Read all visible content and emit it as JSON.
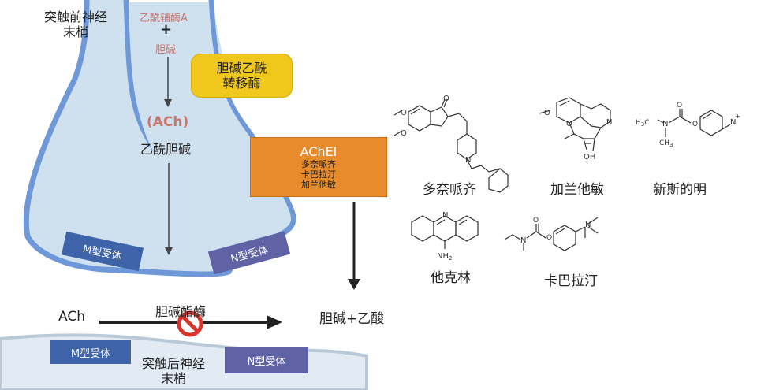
{
  "presynaptic": {
    "line1": "突触前神经",
    "line2": "末梢"
  },
  "acetyl_coa": "乙酰辅酶A",
  "plus": "+",
  "choline_top": "胆碱",
  "chat": {
    "line1": "胆碱乙酰",
    "line2": "转移酶"
  },
  "ach_abbr": "(ACh)",
  "ach_name": "乙酰胆碱",
  "ache_inhibitor": {
    "title": "AChEI",
    "drugs": [
      "多奈哌齐",
      "卡巴拉汀",
      "加兰他敏"
    ]
  },
  "receptors": {
    "m_top": "M型受体",
    "n_top": "N型受体",
    "m_bottom": "M型受体",
    "n_bottom": "N型受体"
  },
  "ach_label": "ACh",
  "ache_enzyme": "胆碱酯酶",
  "products": "胆碱+乙酸",
  "postsynaptic": {
    "line1": "突触后神经",
    "line2": "末梢"
  },
  "molecules": {
    "donepezil": "多奈哌齐",
    "galantamine": "加兰他敏",
    "neostigmine": "新斯的明",
    "tacrine": "他克林",
    "rivastigmine": "卡巴拉汀"
  },
  "atoms": {
    "O": "O",
    "N": "N",
    "OH": "OH",
    "NH2": "NH",
    "NH2_sub": "2",
    "H3C": "H",
    "H3C_sub": "3",
    "H3C_c": "C",
    "CH3": "CH",
    "CH3_sub": "3",
    "Nplus": "+"
  },
  "colors": {
    "membrane": "#6f98d8",
    "cytoplasm": "#cfe0ef",
    "chat_box": "#f0c71c",
    "achei_box": "#e88b2c",
    "m_receptor": "#3f63a8",
    "n_receptor": "#5f63a6",
    "accent_red": "#c8776e",
    "post_membrane": "#dbe7f2"
  }
}
